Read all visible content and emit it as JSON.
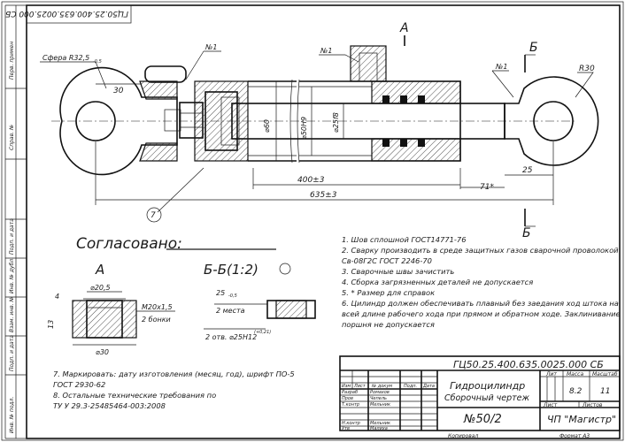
{
  "doc_number": "ГЦ50.25.400.635.0025.000 СБ",
  "doc_number_rotated": "ГЦ50.25.400.635.0025.000 СБ",
  "side_labels": {
    "perv_primen": "Перв. примен",
    "sprav_no": "Справ. №",
    "podp_date1": "Подп. и дата",
    "inv_dubl": "Инв. № дубл.",
    "vzam_inv": "Взам. инв. №",
    "podp_date2": "Подп. и дата",
    "inv_podl": "Инв. № подл."
  },
  "main_view": {
    "section_label_a": "А",
    "section_label_b_top": "Б",
    "section_label_b_bottom": "Б",
    "sphere": "Сфера R32,5",
    "sphere_tol": "-0,5",
    "weld1": "№1",
    "weld2": "№1",
    "weld3": "№1",
    "dim_30": "30",
    "dim_d60": "⌀60",
    "dim_d50h9": "⌀50Н9",
    "dim_d25f8": "⌀25f8",
    "dim_400": "400±3",
    "dim_635": "635±3",
    "dim_71": "71*",
    "dim_25": "25",
    "dim_r30": "R30",
    "pos_7": "7"
  },
  "agreed": "Согласовано:",
  "notes": [
    "1. Шов сплошной  ГОСТ14771-76",
    "2. Сварку производить в среде защитных газов сварочной проволокой",
    "Св-08Г2С ГОСТ 2246-70",
    "3. Сварочные швы зачистить",
    "4. Сборка загрязненных деталей не допускается",
    "5. * Размер для справок",
    "6. Цилиндр должен обеспечивать плавный без заедания ход штока на",
    "всей  длине  рабочего хода при прямом и обратном ходе. Заклинивание",
    "поршня не допускается"
  ],
  "detail_a": {
    "title": "А",
    "d20": "⌀20,5",
    "m20": "M20x1,5",
    "sides": "2 бонки",
    "d30": "⌀30",
    "dim_4": "4",
    "dim_13": "13"
  },
  "detail_b": {
    "title": "Б-Б(1:2)",
    "dim_25": "25",
    "dim_25_tol": "-0,5",
    "places": "2 места",
    "holes": "2 отв. ⌀25Н12",
    "holes_tol": "(+0,21)"
  },
  "notes_bottom": [
    "7. Маркировать: дату изготовления (месяц, год), шрифт ПО-5",
    "ГОСТ 2930-62",
    "8. Остальные технические требования по",
    "ТУ У 29.3-25485464-003:2008"
  ],
  "title_block": {
    "name_line1": "Гидроцилиндр",
    "name_line2": "Сборочный чертеж",
    "number": "№50/2",
    "company": "ЧП \"Магистр\"",
    "lit": "Лит",
    "massa": "Масса",
    "masshtab": "Масштаб",
    "mass_val": "8.2",
    "scale_val": "11",
    "list": "Лист",
    "listov": "Листов",
    "izm": "Изм",
    "list_col": "Лист",
    "no_doc": "№ докум",
    "podp": "Подп.",
    "data": "Дата",
    "razrab": "Разраб",
    "razrab_name": "Ромахов",
    "prov": "Пров",
    "prov_name": "Чепель",
    "tkontr": "Т.контр",
    "tkontr_name": "Мельник",
    "nkontr": "Н.контр",
    "nkontr_name": "Мельник",
    "utv": "Утв",
    "utv_name": "Малиха",
    "kopiroval": "Копировал",
    "format": "Формат  А3"
  }
}
